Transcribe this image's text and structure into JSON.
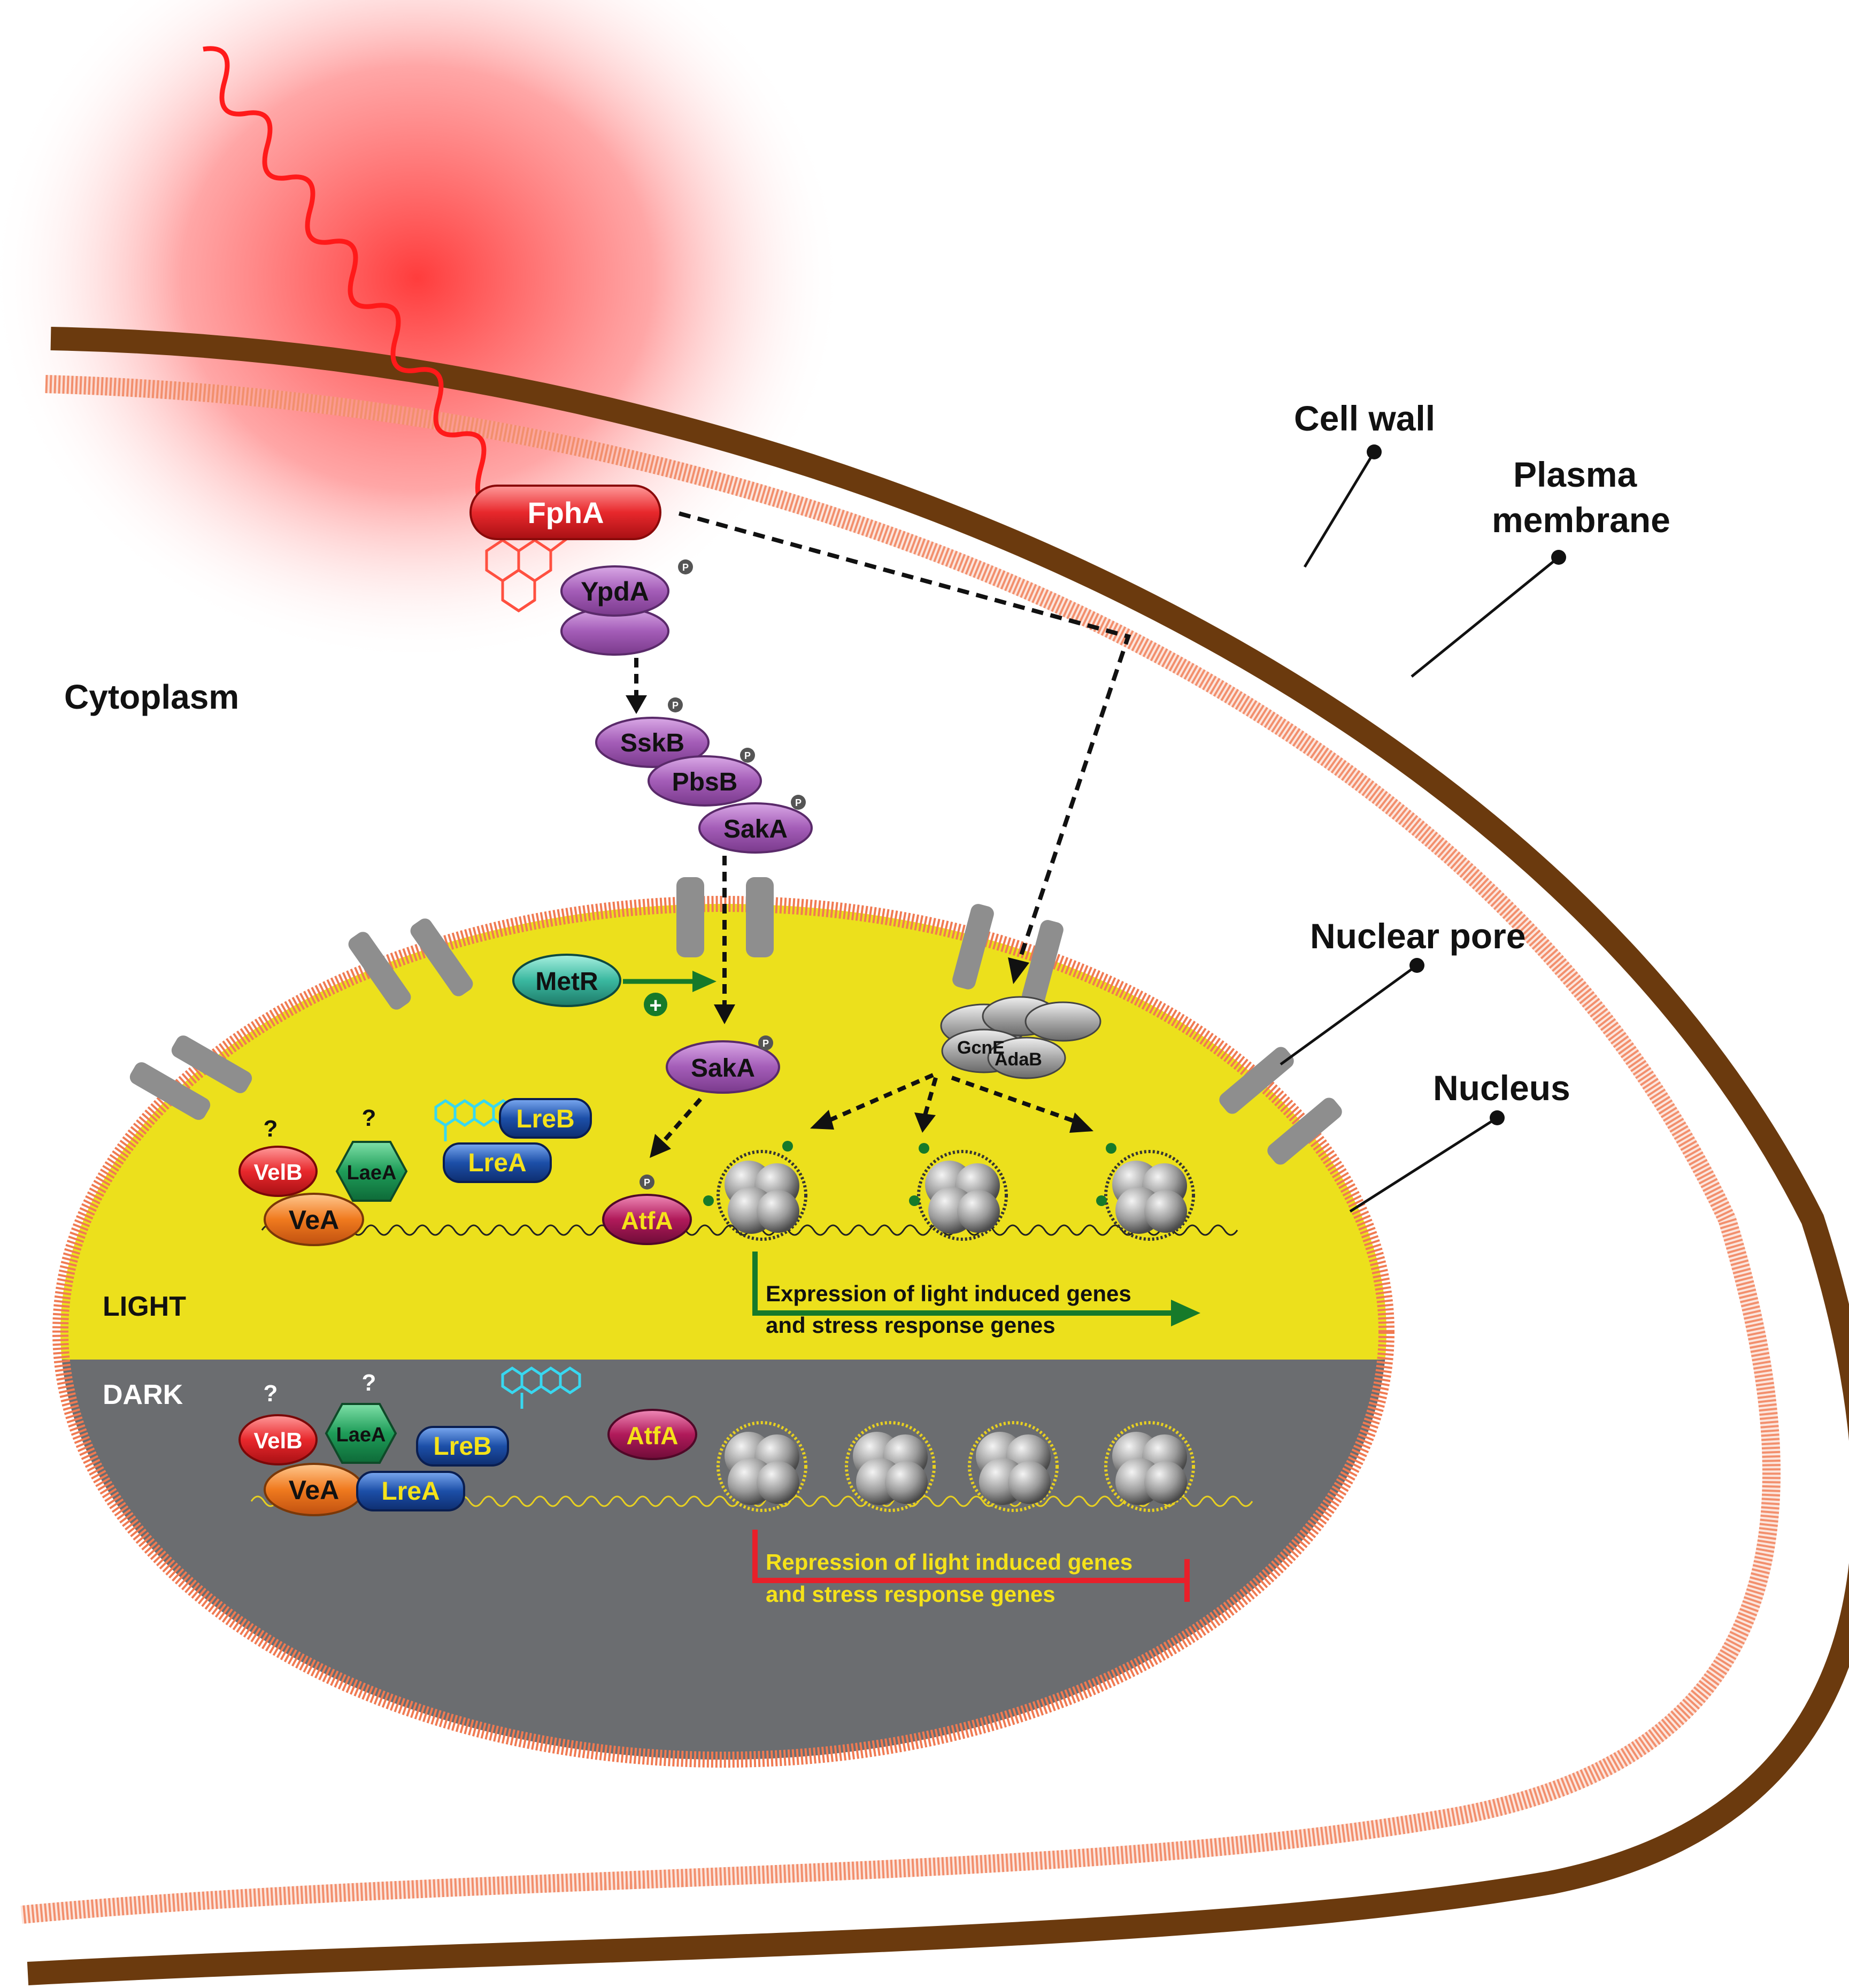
{
  "labels": {
    "cell_wall": "Cell wall",
    "plasma_membrane_1": "Plasma",
    "plasma_membrane_2": "membrane",
    "cytoplasm": "Cytoplasm",
    "nuclear_pore": "Nuclear pore",
    "nucleus": "Nucleus",
    "light": "LIGHT",
    "dark": "DARK"
  },
  "proteins": {
    "fpha": "FphA",
    "ypda": "YpdA",
    "sskb": "SskB",
    "pbsb": "PbsB",
    "saka_cyto": "SakA",
    "saka_nuc": "SakA",
    "metr": "MetR",
    "gcne": "GcnE",
    "adab": "AdaB",
    "velb_light": "VelB",
    "laea_light": "LaeA",
    "vea_light": "VeA",
    "lreb_light": "LreB",
    "lrea_light": "LreA",
    "atfa_light": "AtfA",
    "velb_dark": "VelB",
    "laea_dark": "LaeA",
    "vea_dark": "VeA",
    "lreb_dark": "LreB",
    "lrea_dark": "LreA",
    "atfa_dark": "AtfA"
  },
  "symbols": {
    "phospho": "P",
    "unknown": "?",
    "plus": "+"
  },
  "outcomes": {
    "expression_1": "Expression of light induced genes",
    "expression_2": "and stress response genes",
    "repression_1": "Repression of light induced genes",
    "repression_2": "and stress response genes"
  },
  "colors": {
    "cell_wall": "#6b3a0e",
    "membrane": "#f07a52",
    "nucleus_light": "#ece01c",
    "nucleus_dark": "#6b6d70",
    "light_wave": "#ff1a1a",
    "kinase": "#a45db8",
    "metr": "#3ab8a0",
    "velb": "#e8282c",
    "vea": "#f07a1e",
    "laea": "#1e9c58",
    "lre": "#1c4fa8",
    "atfa": "#b01a5a",
    "expression_arrow": "#167a2a",
    "repression_arrow": "#e8202a",
    "repression_text": "#f5e21a"
  }
}
